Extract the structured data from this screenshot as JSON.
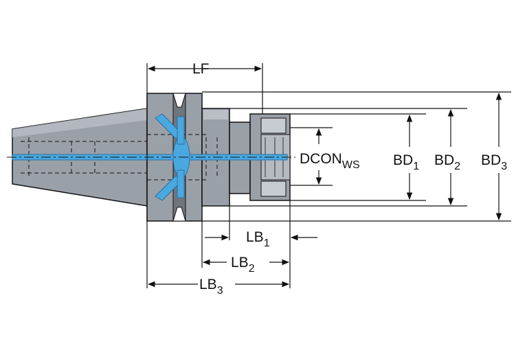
{
  "labels": {
    "lf": {
      "main": "LF",
      "sub": ""
    },
    "dcon": {
      "main": "DCON",
      "sub": "WS"
    },
    "bd1": {
      "main": "BD",
      "sub": "1"
    },
    "bd2": {
      "main": "BD",
      "sub": "2"
    },
    "bd3": {
      "main": "BD",
      "sub": "3"
    },
    "lb1": {
      "main": "LB",
      "sub": "1"
    },
    "lb2": {
      "main": "LB",
      "sub": "2"
    },
    "lb3": {
      "main": "LB",
      "sub": "3"
    }
  },
  "colors": {
    "body_fill": "#9aa0a8",
    "body_dark": "#6f757d",
    "body_light": "#c7ccd2",
    "coolant": "#4aa8e0",
    "line": "#111111"
  }
}
